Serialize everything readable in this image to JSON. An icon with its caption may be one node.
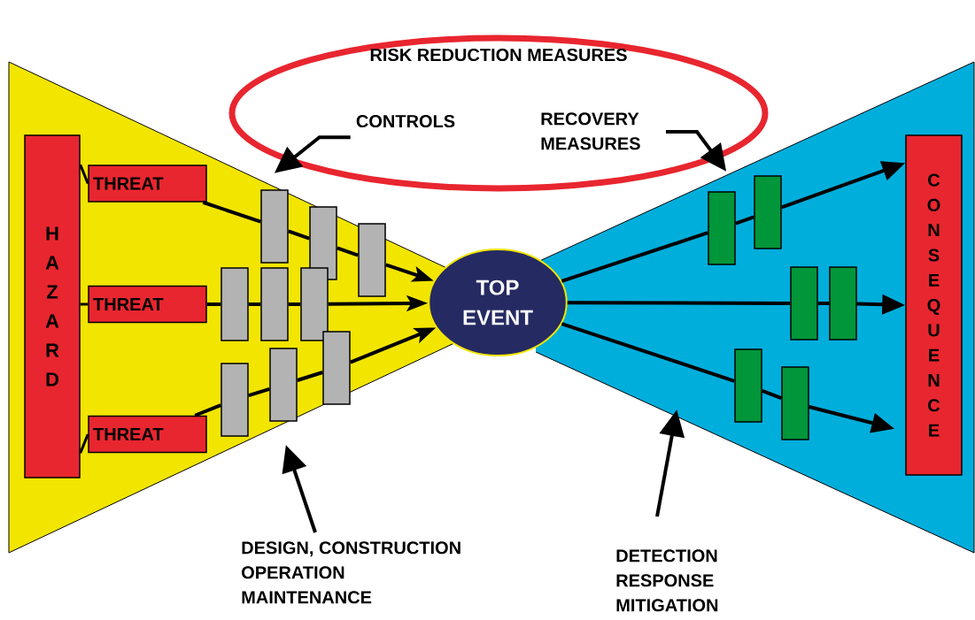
{
  "diagram": {
    "nodes": [
      {
        "text": [
          "RISK REDUCTION MEASURES"
        ]
      },
      {
        "text": [
          "CONTROLS"
        ],
        "in": 0
      },
      {
        "text": [
          "RECOVERY MEASURES"
        ],
        "in": 0
      },
      {
        "text": [],
        "shape": "triangle"
      },
      {
        "text": [
          "HAZARD"
        ],
        "in": 3
      },
      {
        "text": [
          "THREAT"
        ],
        "in": 3
      },
      {
        "text": [
          "THREAT"
        ],
        "in": 3
      },
      {
        "text": [
          "THREAT"
        ],
        "in": 3
      },
      {
        "text": [],
        "shape": "bar",
        "in": 3
      },
      {
        "text": [],
        "shape": "bar",
        "in": 3
      },
      {
        "text": [],
        "shape": "bar",
        "in": 3
      },
      {
        "text": [],
        "shape": "bar",
        "in": 3
      },
      {
        "text": [],
        "shape": "bar",
        "in": 3
      },
      {
        "text": [],
        "shape": "bar",
        "in": 3
      },
      {
        "text": [],
        "shape": "bar",
        "in": 3
      },
      {
        "text": [],
        "shape": "bar",
        "in": 3
      },
      {
        "text": [],
        "shape": "bar",
        "in": 3
      },
      {
        "text": [
          "TOP EVENT"
        ]
      },
      {
        "text": [],
        "shape": "triangle"
      },
      {
        "text": [],
        "shape": "bar",
        "in": 18
      },
      {
        "text": [],
        "shape": "bar",
        "in": 18
      },
      {
        "text": [],
        "shape": "bar",
        "in": 18
      },
      {
        "text": [],
        "shape": "bar",
        "in": 18
      },
      {
        "text": [],
        "shape": "bar",
        "in": 18
      },
      {
        "text": [],
        "shape": "bar",
        "in": 18
      },
      {
        "text": [
          "CONSEQUENCE"
        ],
        "in": 18
      },
      {
        "text": [
          "DESIGN, CONSTRUCTION",
          "OPERATION",
          "MAINTENANCE"
        ]
      },
      {
        "text": [
          "DETECTION",
          "RESPONSE",
          "MITIGATION"
        ]
      }
    ],
    "edges": [
      {
        "from": 1,
        "to": 3,
        "arrow": "to"
      },
      {
        "from": 2,
        "to": 18,
        "arrow": "to"
      },
      {
        "from": 26,
        "to": 3,
        "arrow": "to"
      },
      {
        "from": 27,
        "to": 18,
        "arrow": "to"
      },
      {
        "from": 4,
        "to": 5,
        "arrow": "none"
      },
      {
        "from": 4,
        "to": 6,
        "arrow": "none"
      },
      {
        "from": 4,
        "to": 7,
        "arrow": "none"
      },
      {
        "from": 5,
        "to": 8,
        "arrow": "none"
      },
      {
        "from": 8,
        "to": 9,
        "arrow": "none"
      },
      {
        "from": 9,
        "to": 10,
        "arrow": "none"
      },
      {
        "from": 10,
        "to": 17,
        "arrow": "to"
      },
      {
        "from": 6,
        "to": 11,
        "arrow": "none"
      },
      {
        "from": 11,
        "to": 12,
        "arrow": "none"
      },
      {
        "from": 12,
        "to": 13,
        "arrow": "none"
      },
      {
        "from": 13,
        "to": 17,
        "arrow": "to"
      },
      {
        "from": 7,
        "to": 14,
        "arrow": "none"
      },
      {
        "from": 14,
        "to": 15,
        "arrow": "none"
      },
      {
        "from": 15,
        "to": 16,
        "arrow": "none"
      },
      {
        "from": 16,
        "to": 17,
        "arrow": "to"
      },
      {
        "from": 17,
        "to": 19,
        "arrow": "none"
      },
      {
        "from": 19,
        "to": 20,
        "arrow": "none"
      },
      {
        "from": 20,
        "to": 25,
        "arrow": "to"
      },
      {
        "from": 17,
        "to": 21,
        "arrow": "none"
      },
      {
        "from": 21,
        "to": 22,
        "arrow": "none"
      },
      {
        "from": 22,
        "to": 25,
        "arrow": "to"
      },
      {
        "from": 17,
        "to": 23,
        "arrow": "none"
      },
      {
        "from": 23,
        "to": 24,
        "arrow": "none"
      },
      {
        "from": 24,
        "to": 25,
        "arrow": "to"
      }
    ]
  }
}
